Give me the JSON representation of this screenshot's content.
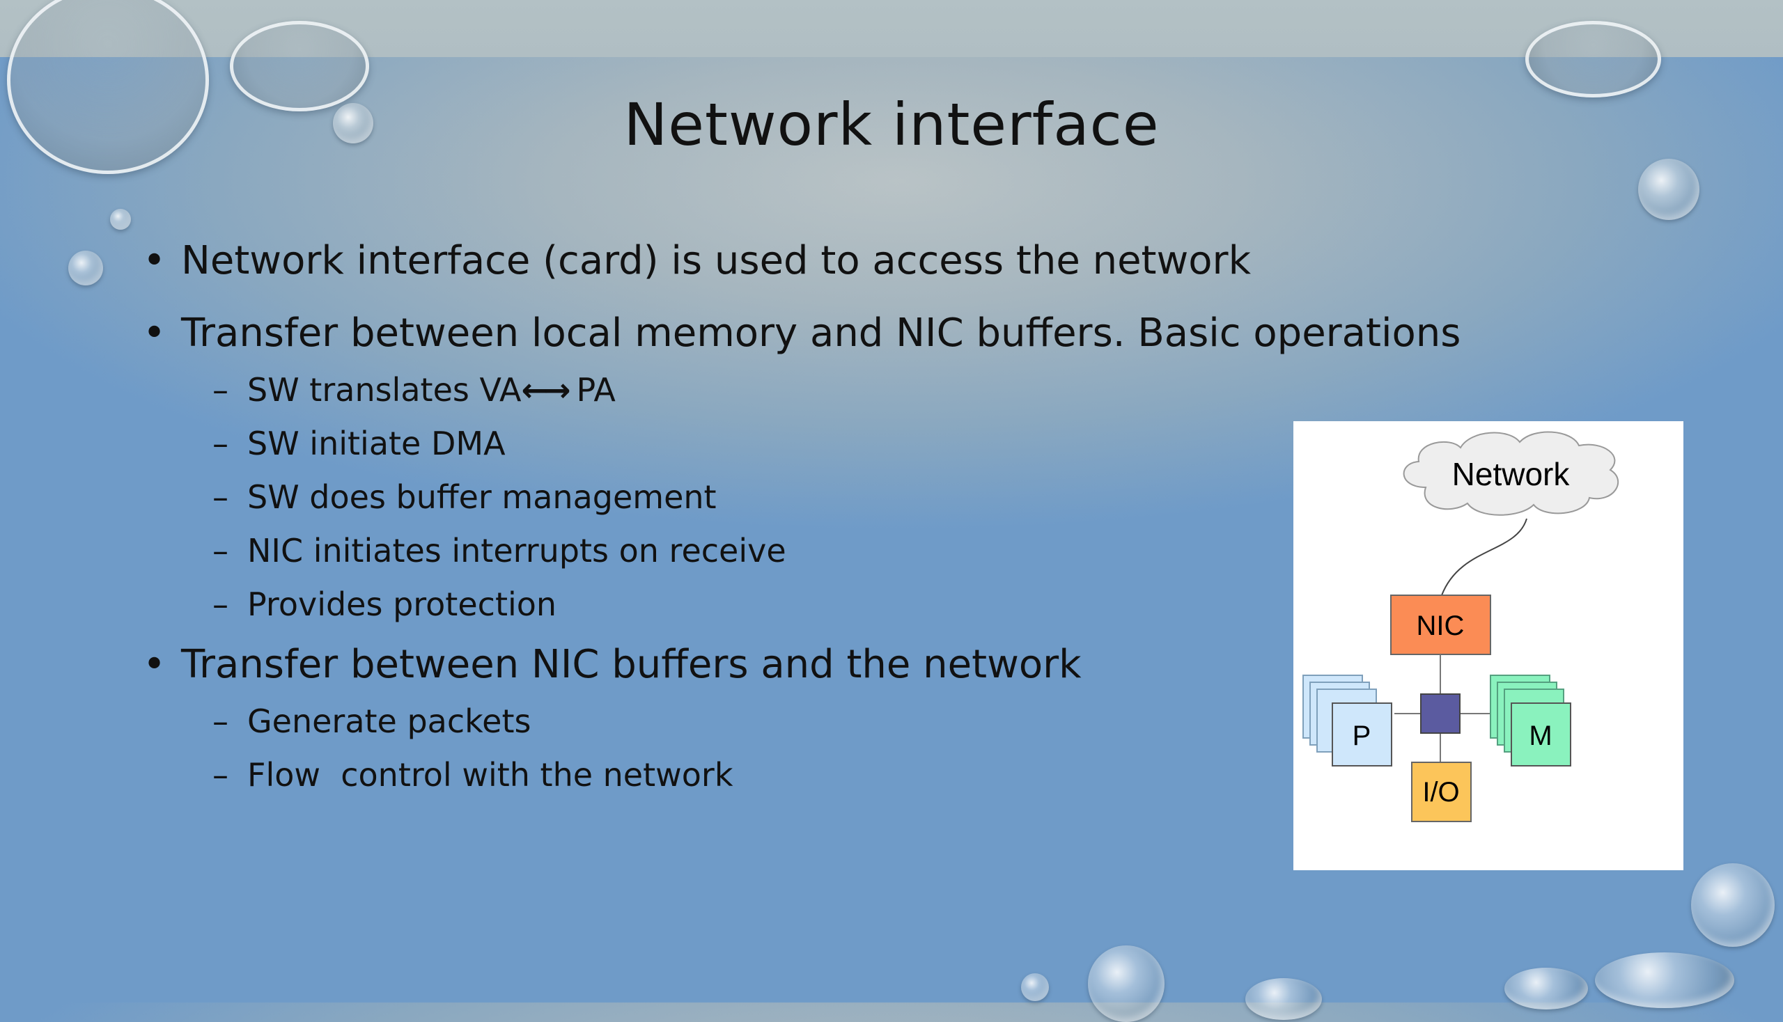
{
  "slide": {
    "title": "Network interface",
    "bullets": [
      {
        "text": "Network interface (card) is used to access the network",
        "sub": []
      },
      {
        "text": "Transfer between local memory and NIC buffers. Basic operations",
        "sub": [
          "SW translates VA",
          "PA",
          "SW initiate DMA",
          "SW does buffer management",
          "NIC initiates interrupts on receive",
          "Provides protection"
        ]
      },
      {
        "text": "Transfer between NIC buffers and the network",
        "sub": [
          "Generate packets",
          "Flow  control with the network"
        ]
      }
    ],
    "arrow_glyph": "←→"
  },
  "diagram": {
    "network_label": "Network",
    "nic_label": "NIC",
    "processor_label": "P",
    "memory_label": "M",
    "io_label": "I/O",
    "colors": {
      "nic": "#fb8c55",
      "switch": "#5b5ba0",
      "io": "#fcc55a",
      "processor": "#cfe7fb",
      "memory": "#8af2be"
    }
  }
}
